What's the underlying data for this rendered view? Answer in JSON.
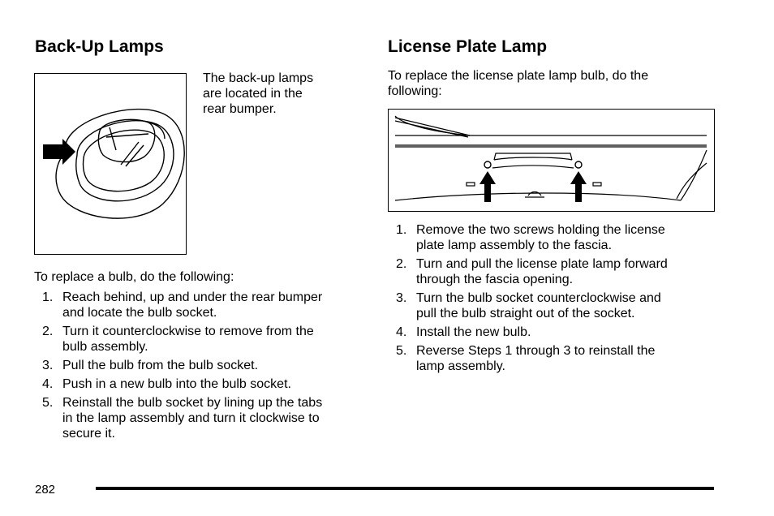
{
  "left": {
    "title": "Back-Up Lamps",
    "figure_caption": [
      "The back-up lamps",
      "are located in the",
      "rear bumper."
    ],
    "intro": "To replace a bulb, do the following:",
    "steps": [
      {
        "num": "1.",
        "text": [
          "Reach behind, up and under the rear bumper",
          "and locate the bulb socket."
        ]
      },
      {
        "num": "2.",
        "text": [
          "Turn it counterclockwise to remove from the",
          "bulb assembly."
        ]
      },
      {
        "num": "3.",
        "text": [
          "Pull the bulb from the bulb socket."
        ]
      },
      {
        "num": "4.",
        "text": [
          "Push in a new bulb into the bulb socket."
        ]
      },
      {
        "num": "5.",
        "text": [
          "Reinstall the bulb socket by lining up the tabs",
          "in the lamp assembly and turn it clockwise to",
          "secure it."
        ]
      }
    ]
  },
  "right": {
    "title": "License Plate Lamp",
    "intro": [
      "To replace the license plate lamp bulb, do the",
      "following:"
    ],
    "steps": [
      {
        "num": "1.",
        "text": [
          "Remove the two screws holding the license",
          "plate lamp assembly to the fascia."
        ]
      },
      {
        "num": "2.",
        "text": [
          "Turn and pull the license plate lamp forward",
          "through the fascia opening."
        ]
      },
      {
        "num": "3.",
        "text": [
          "Turn the bulb socket counterclockwise and",
          "pull the bulb straight out of the socket."
        ]
      },
      {
        "num": "4.",
        "text": [
          "Install the new bulb."
        ]
      },
      {
        "num": "5.",
        "text": [
          "Reverse Steps 1 through 3 to reinstall the",
          "lamp assembly."
        ]
      }
    ]
  },
  "footer": {
    "page_number": "282"
  }
}
